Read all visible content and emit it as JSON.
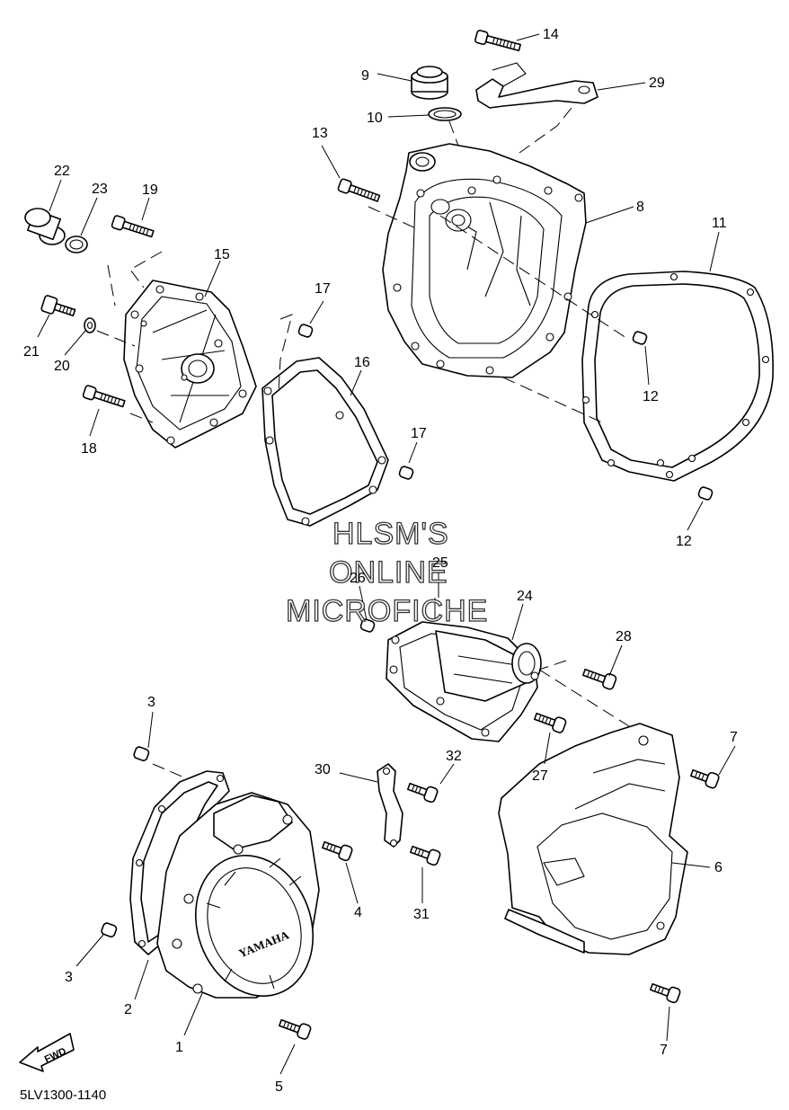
{
  "watermark": {
    "line1": "HLSM'S",
    "line2": "ONLINE",
    "line3": "MICROFICHE"
  },
  "diagram_code": "5LV1300-1140",
  "brand_text": "YAMAHA",
  "fwd_text": "FWD",
  "callouts": {
    "c1": "1",
    "c2": "2",
    "c3a": "3",
    "c3b": "3",
    "c4": "4",
    "c5": "5",
    "c6": "6",
    "c7a": "7",
    "c7b": "7",
    "c8": "8",
    "c9": "9",
    "c10": "10",
    "c11": "11",
    "c12a": "12",
    "c12b": "12",
    "c13": "13",
    "c14": "14",
    "c15": "15",
    "c16": "16",
    "c17a": "17",
    "c17b": "17",
    "c18": "18",
    "c19": "19",
    "c20": "20",
    "c21": "21",
    "c22": "22",
    "c23": "23",
    "c24": "24",
    "c25": "25",
    "c26": "26",
    "c27": "27",
    "c28": "28",
    "c29": "29",
    "c30": "30",
    "c31": "31",
    "c32": "32"
  }
}
